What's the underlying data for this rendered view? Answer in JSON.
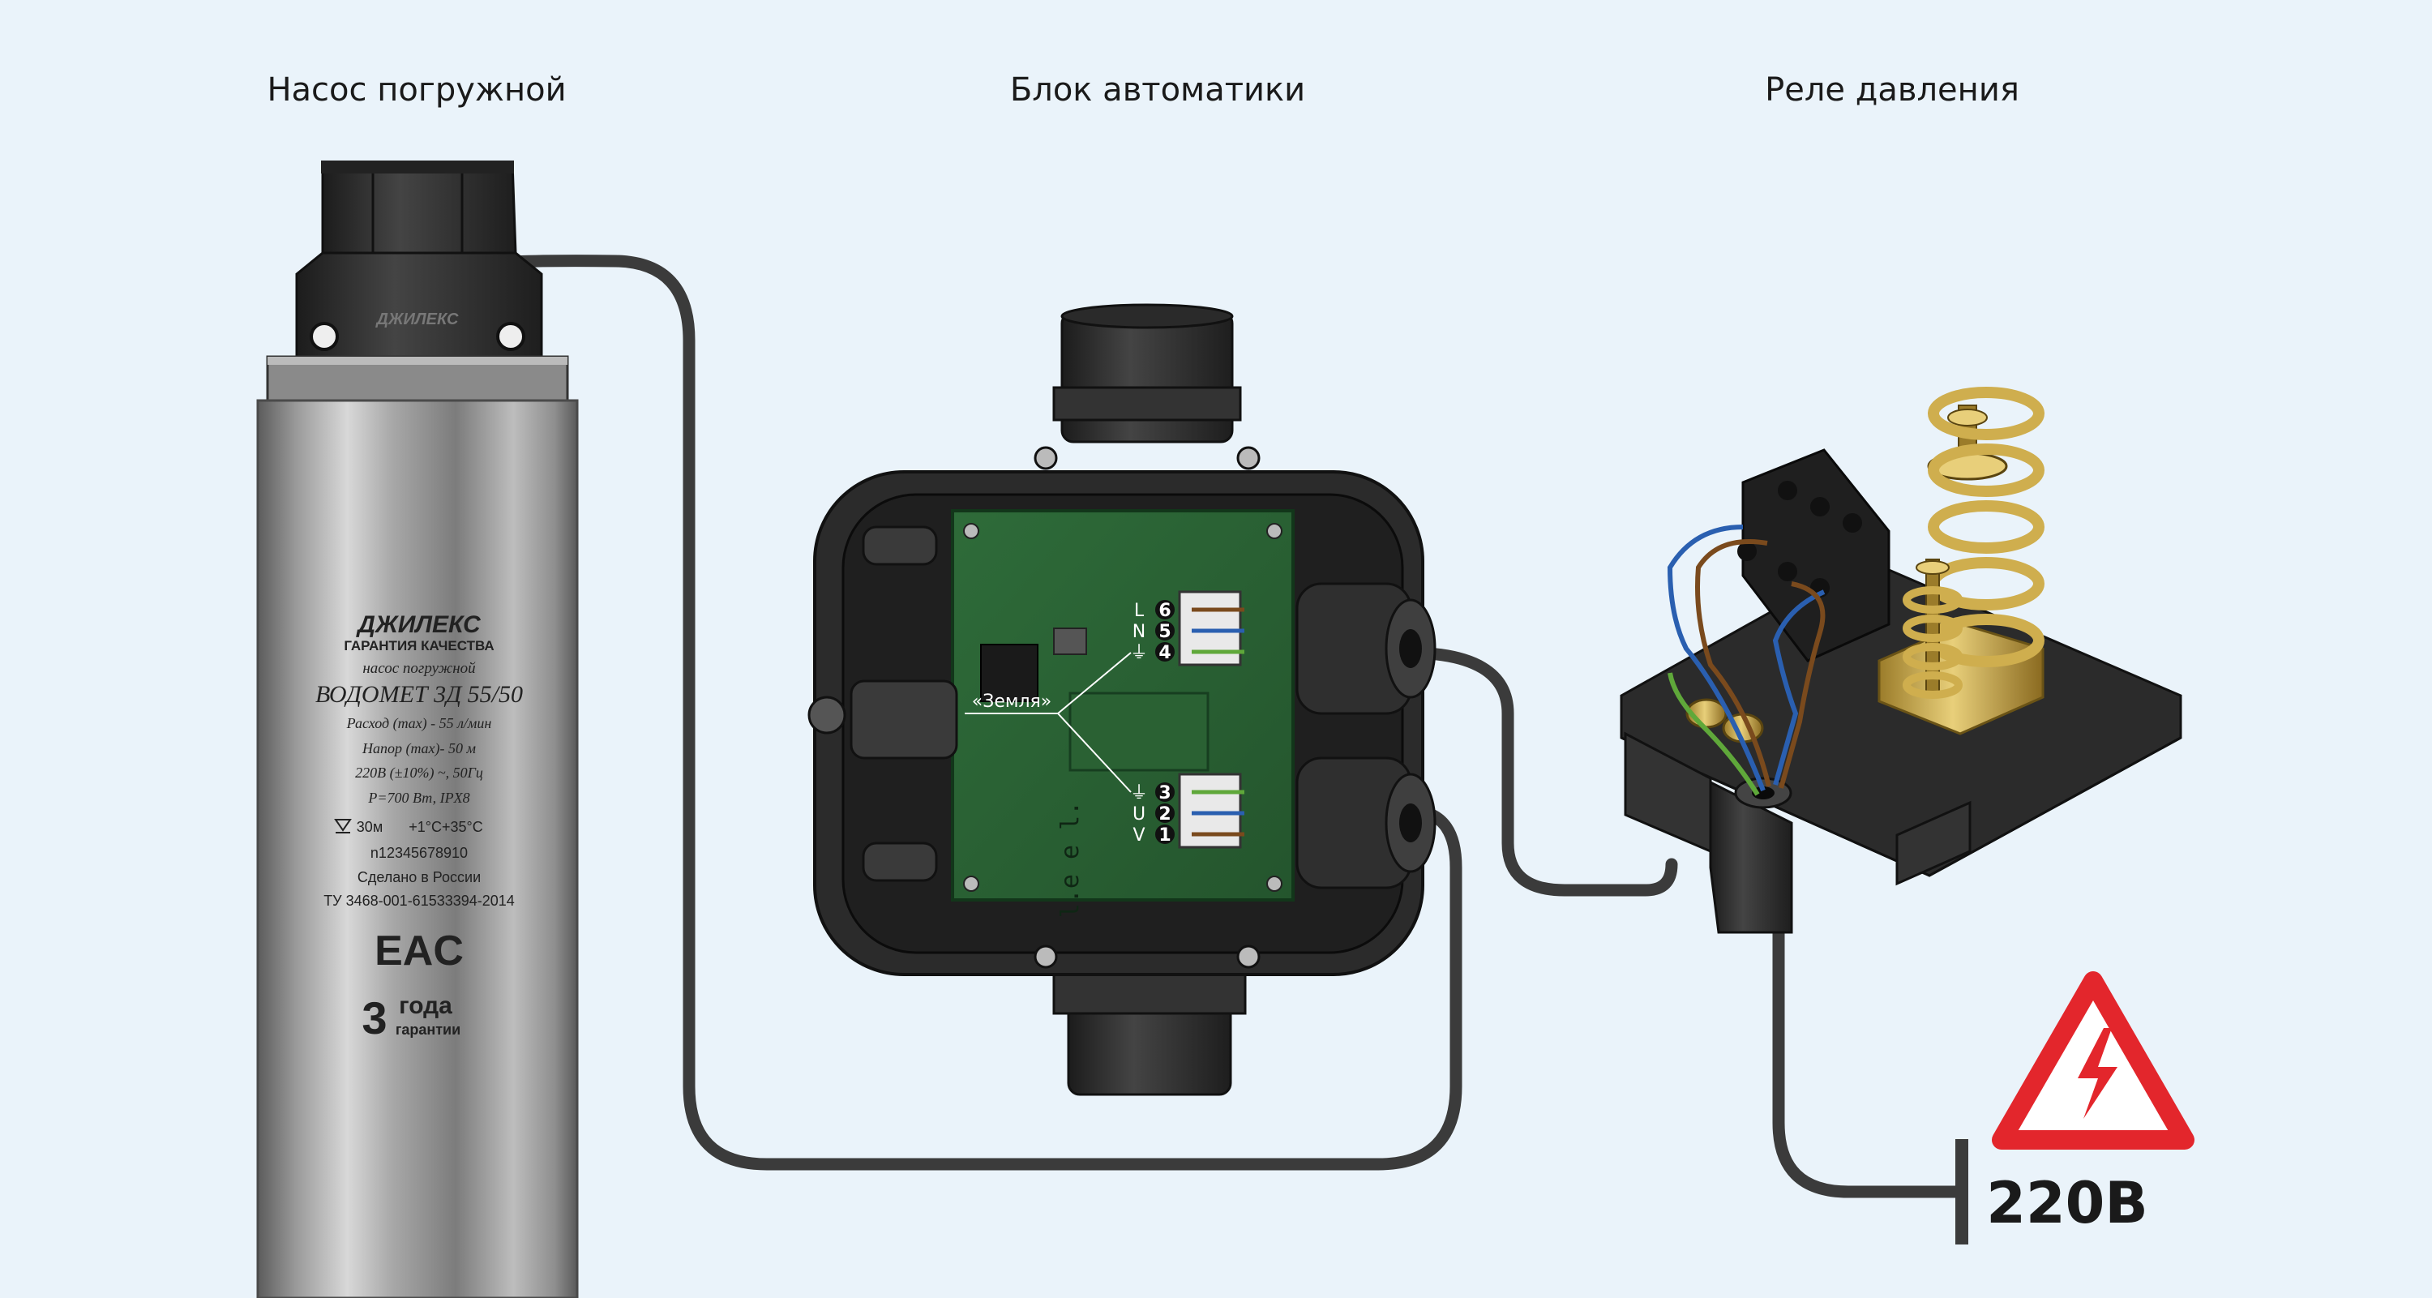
{
  "titles": {
    "pump": "Насос погружной",
    "control_unit": "Блок автоматики",
    "pressure_switch": "Реле давления"
  },
  "pump_label": {
    "brand": "ДЖИЛЕКС",
    "brand_sub": "ГАРАНТИЯ КАЧЕСТВА",
    "type": "насос погружной",
    "model": "ВОДОМЕТ 3Д 55/50",
    "flow": "Расход (max) - 55 л/мин",
    "head": "Напор (max)- 50 м",
    "voltage": "220В (±10%) ~, 50Гц",
    "power": "P=700 Вт, IPX8",
    "depth": "30м",
    "temp": "+1°C+35°C",
    "serial": "n12345678910",
    "made_in": "Сделано в России",
    "tu": "ТУ 3468-001-61533394-2014",
    "eac": "EAC",
    "warranty_num": "3",
    "warranty_word": "года",
    "warranty_sub": "гарантии",
    "cap_brand": "ДЖИЛЕКС"
  },
  "control_unit": {
    "ground_label": "«Земля»",
    "terminals_top": [
      {
        "num": "6",
        "letter": "L"
      },
      {
        "num": "5",
        "letter": "N"
      },
      {
        "num": "4",
        "letter": "⏚"
      }
    ],
    "terminals_bottom": [
      {
        "num": "3",
        "letter": "⏚"
      },
      {
        "num": "2",
        "letter": "U"
      },
      {
        "num": "1",
        "letter": "V"
      }
    ],
    "pcb_text": "l.e e l."
  },
  "power": {
    "label": "220В",
    "warning_icon": "high-voltage-warning-icon"
  },
  "colors": {
    "background": "#eaf3fa",
    "cable": "#3b3b3b",
    "housing": "#2b2b2b",
    "pcb": "#2f6b3a",
    "warning_red": "#e3262c",
    "wire_brown": "#7a4a1d",
    "wire_blue": "#2a5fb0",
    "wire_green": "#5fa83a"
  }
}
